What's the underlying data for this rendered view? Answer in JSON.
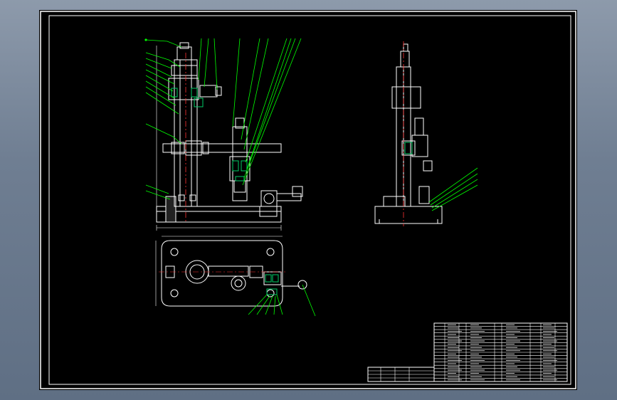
{
  "colors": {
    "background": "#000000",
    "frame": "#ffffff",
    "part": "#ffffff",
    "leader": "#00ff00",
    "center_line": "#ff3333",
    "section": "#00cc66",
    "window_bg": "#7e8ca0"
  },
  "views": [
    "front-view",
    "side-view",
    "top-view"
  ],
  "title_block": {
    "rows": 18
  }
}
